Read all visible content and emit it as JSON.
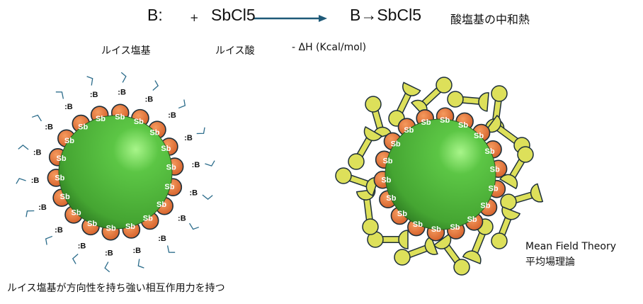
{
  "equation": {
    "base": "B:",
    "plus": "+",
    "acid": "SbCl5",
    "product": "B→SbCl5",
    "heat_label": "酸塩基の中和熱",
    "base_label": "ルイス塩基",
    "acid_label": "ルイス酸",
    "enthalpy_label": "- ΔH (Kcal/mol)"
  },
  "left_panel": {
    "bead_label": "Sb",
    "ligand_label": "B",
    "caption": "ルイス塩基が方向性を持ち強い相互作用力を持つ"
  },
  "right_panel": {
    "bead_label": "Sb",
    "caption_en": "Mean Field Theory",
    "caption_ja": "平均場理論"
  },
  "colors": {
    "sphere": "#4fb23a",
    "bead": "#e2733a",
    "ligand_line": "#2a6b8a",
    "dumbbell": "#dde05a",
    "arrow": "#1f5a78"
  }
}
